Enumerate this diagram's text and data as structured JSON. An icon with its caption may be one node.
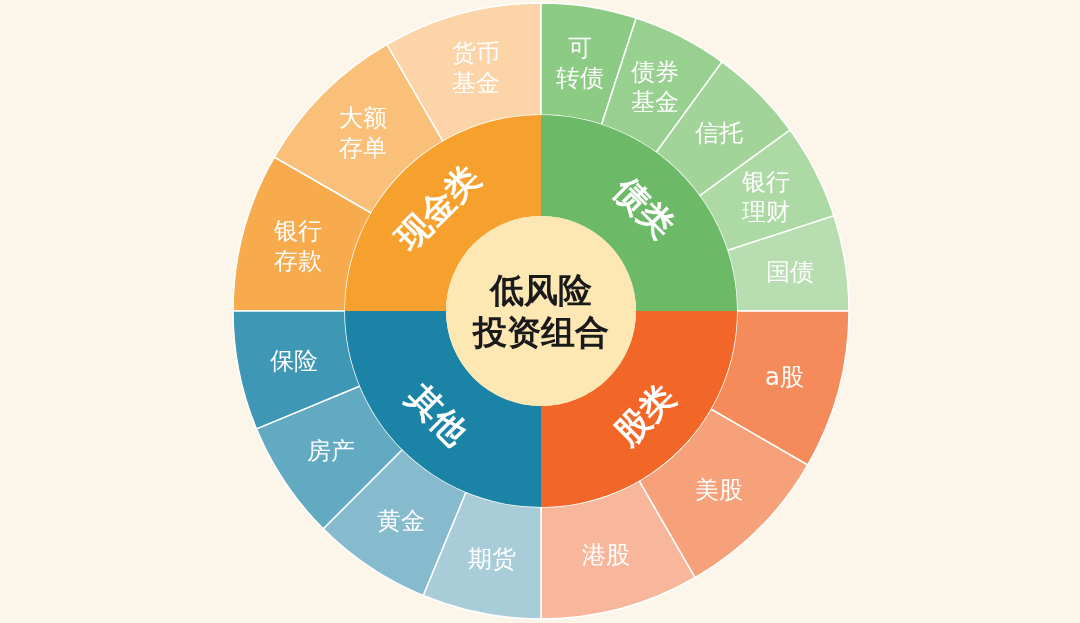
{
  "diagram": {
    "nodes": [
      {
        "text": [
          "低风险投资组合"
        ]
      },
      {
        "text": [
          "现金类"
        ]
      },
      {
        "text": [
          "债类"
        ]
      },
      {
        "text": [
          "股类"
        ]
      },
      {
        "text": [
          "其他"
        ]
      },
      {
        "text": [
          "银行存款"
        ]
      },
      {
        "text": [
          "大额存单"
        ]
      },
      {
        "text": [
          "货币基金"
        ]
      },
      {
        "text": [
          "可转债"
        ]
      },
      {
        "text": [
          "债券基金"
        ]
      },
      {
        "text": [
          "信托"
        ]
      },
      {
        "text": [
          "银行理财"
        ]
      },
      {
        "text": [
          "国债"
        ]
      },
      {
        "text": [
          "a股"
        ]
      },
      {
        "text": [
          "美股"
        ]
      },
      {
        "text": [
          "港股"
        ]
      },
      {
        "text": [
          "期货"
        ]
      },
      {
        "text": [
          "黄金"
        ]
      },
      {
        "text": [
          "房产"
        ]
      },
      {
        "text": [
          "保险"
        ]
      }
    ]
  }
}
